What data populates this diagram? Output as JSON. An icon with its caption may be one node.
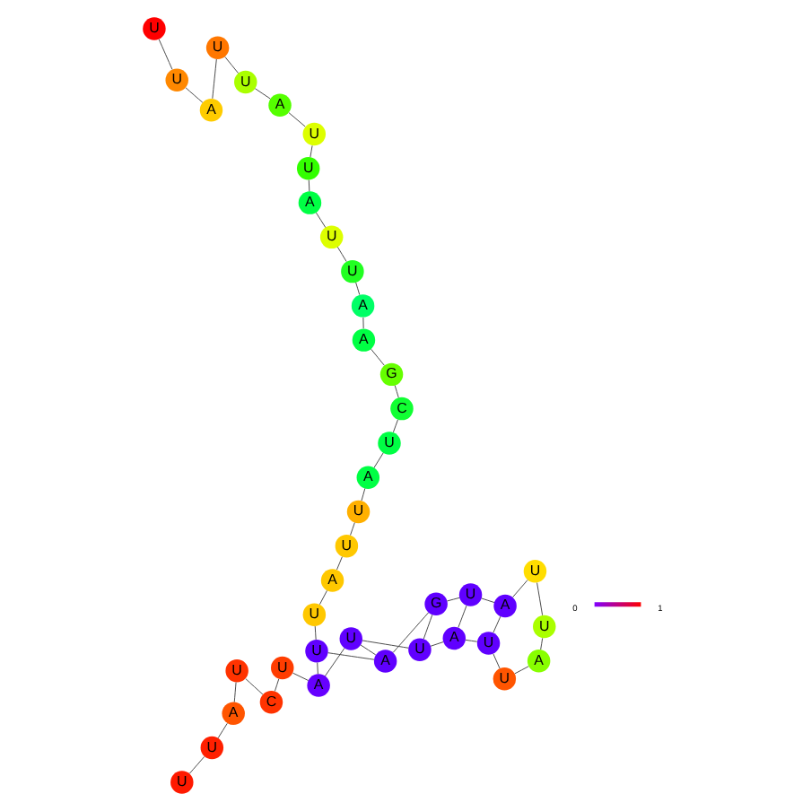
{
  "diagram": {
    "nodes": [
      {
        "text": [
          "U"
        ]
      },
      {
        "text": [
          "U"
        ]
      },
      {
        "text": [
          "A"
        ]
      },
      {
        "text": [
          "U"
        ]
      },
      {
        "text": [
          "C"
        ]
      },
      {
        "text": [
          "U"
        ]
      },
      {
        "text": [
          "A"
        ]
      },
      {
        "text": [
          "U"
        ]
      },
      {
        "text": [
          "U"
        ]
      },
      {
        "text": [
          "A"
        ]
      },
      {
        "text": [
          "U"
        ]
      },
      {
        "text": [
          "U"
        ]
      },
      {
        "text": [
          "A"
        ]
      },
      {
        "text": [
          "U"
        ]
      },
      {
        "text": [
          "U"
        ]
      },
      {
        "text": [
          "A"
        ]
      },
      {
        "text": [
          "U"
        ]
      },
      {
        "text": [
          "G"
        ]
      },
      {
        "text": [
          "A"
        ]
      },
      {
        "text": [
          "U"
        ]
      },
      {
        "text": [
          "U"
        ]
      },
      {
        "text": [
          "A"
        ]
      },
      {
        "text": [
          "U"
        ]
      },
      {
        "text": [
          "U"
        ]
      },
      {
        "text": [
          "A"
        ]
      },
      {
        "text": [
          "U"
        ]
      },
      {
        "text": [
          "C"
        ]
      },
      {
        "text": [
          "G"
        ]
      },
      {
        "text": [
          "A"
        ]
      },
      {
        "text": [
          "A"
        ]
      },
      {
        "text": [
          "U"
        ]
      },
      {
        "text": [
          "U"
        ]
      },
      {
        "text": [
          "A"
        ]
      },
      {
        "text": [
          "U"
        ]
      },
      {
        "text": [
          "U"
        ]
      },
      {
        "text": [
          "A"
        ]
      },
      {
        "text": [
          "U"
        ]
      },
      {
        "text": [
          "U"
        ]
      },
      {
        "text": [
          "A"
        ]
      },
      {
        "text": [
          "U"
        ]
      },
      {
        "text": [
          "U"
        ]
      }
    ],
    "edges": [
      {
        "from": 0,
        "to": 1,
        "arrow": "none"
      },
      {
        "from": 1,
        "to": 2,
        "arrow": "none"
      },
      {
        "from": 2,
        "to": 3,
        "arrow": "none"
      },
      {
        "from": 3,
        "to": 4,
        "arrow": "none"
      },
      {
        "from": 4,
        "to": 5,
        "arrow": "none"
      },
      {
        "from": 5,
        "to": 6,
        "arrow": "none"
      },
      {
        "from": 6,
        "to": 7,
        "arrow": "none"
      },
      {
        "from": 7,
        "to": 8,
        "arrow": "none"
      },
      {
        "from": 8,
        "to": 9,
        "arrow": "none"
      },
      {
        "from": 9,
        "to": 10,
        "arrow": "none"
      },
      {
        "from": 10,
        "to": 11,
        "arrow": "none"
      },
      {
        "from": 11,
        "to": 12,
        "arrow": "none"
      },
      {
        "from": 12,
        "to": 13,
        "arrow": "none"
      },
      {
        "from": 13,
        "to": 14,
        "arrow": "none"
      },
      {
        "from": 14,
        "to": 15,
        "arrow": "none"
      },
      {
        "from": 15,
        "to": 16,
        "arrow": "none"
      },
      {
        "from": 16,
        "to": 17,
        "arrow": "none"
      },
      {
        "from": 17,
        "to": 18,
        "arrow": "none"
      },
      {
        "from": 18,
        "to": 19,
        "arrow": "none"
      },
      {
        "from": 19,
        "to": 20,
        "arrow": "none"
      },
      {
        "from": 20,
        "to": 21,
        "arrow": "none"
      },
      {
        "from": 21,
        "to": 22,
        "arrow": "none"
      },
      {
        "from": 22,
        "to": 23,
        "arrow": "none"
      },
      {
        "from": 23,
        "to": 24,
        "arrow": "none"
      },
      {
        "from": 24,
        "to": 25,
        "arrow": "none"
      },
      {
        "from": 25,
        "to": 26,
        "arrow": "none"
      },
      {
        "from": 26,
        "to": 27,
        "arrow": "none"
      },
      {
        "from": 27,
        "to": 28,
        "arrow": "none"
      },
      {
        "from": 28,
        "to": 29,
        "arrow": "none"
      },
      {
        "from": 29,
        "to": 30,
        "arrow": "none"
      },
      {
        "from": 30,
        "to": 31,
        "arrow": "none"
      },
      {
        "from": 31,
        "to": 32,
        "arrow": "none"
      },
      {
        "from": 32,
        "to": 33,
        "arrow": "none"
      },
      {
        "from": 33,
        "to": 34,
        "arrow": "none"
      },
      {
        "from": 34,
        "to": 35,
        "arrow": "none"
      },
      {
        "from": 35,
        "to": 36,
        "arrow": "none"
      },
      {
        "from": 36,
        "to": 37,
        "arrow": "none"
      },
      {
        "from": 37,
        "to": 38,
        "arrow": "none"
      },
      {
        "from": 38,
        "to": 39,
        "arrow": "none"
      },
      {
        "from": 39,
        "to": 40,
        "arrow": "none"
      },
      {
        "from": 6,
        "to": 19,
        "arrow": "none"
      },
      {
        "from": 7,
        "to": 18,
        "arrow": "none"
      },
      {
        "from": 8,
        "to": 17,
        "arrow": "none"
      },
      {
        "from": 9,
        "to": 16,
        "arrow": "none"
      },
      {
        "from": 10,
        "to": 15,
        "arrow": "none"
      }
    ],
    "labels": [
      "0",
      "1"
    ]
  }
}
